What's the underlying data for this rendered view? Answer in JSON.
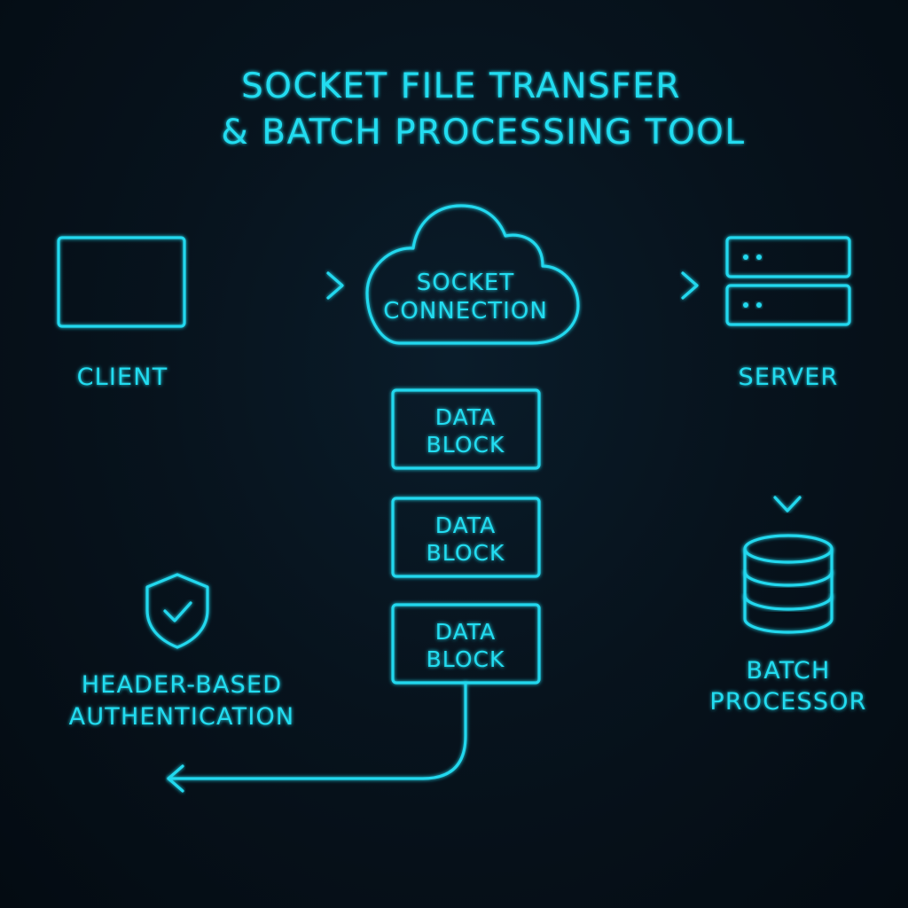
{
  "title": {
    "line1": "SOCKET FILE TRANSFER",
    "line2": "& BATCH PROCESSING TOOL"
  },
  "colors": {
    "background": "#06101a",
    "accent": "#22d8ee"
  },
  "nodes": {
    "client": {
      "label": "CLIENT",
      "icon": "monitor-icon"
    },
    "socket": {
      "line1": "SOCKET",
      "line2": "CONNECTION",
      "icon": "cloud-icon"
    },
    "server": {
      "label": "SERVER",
      "icon": "server-rack-icon"
    },
    "batch": {
      "line1": "BATCH",
      "line2": "PROCESSOR",
      "icon": "database-icon"
    },
    "auth": {
      "line1": "HEADER-BASED",
      "line2": "AUTHENTICATION",
      "icon": "shield-check-icon"
    }
  },
  "data_blocks": [
    {
      "line1": "DATA",
      "line2": "BLOCK"
    },
    {
      "line1": "DATA",
      "line2": "BLOCK"
    },
    {
      "line1": "DATA",
      "line2": "BLOCK"
    }
  ]
}
